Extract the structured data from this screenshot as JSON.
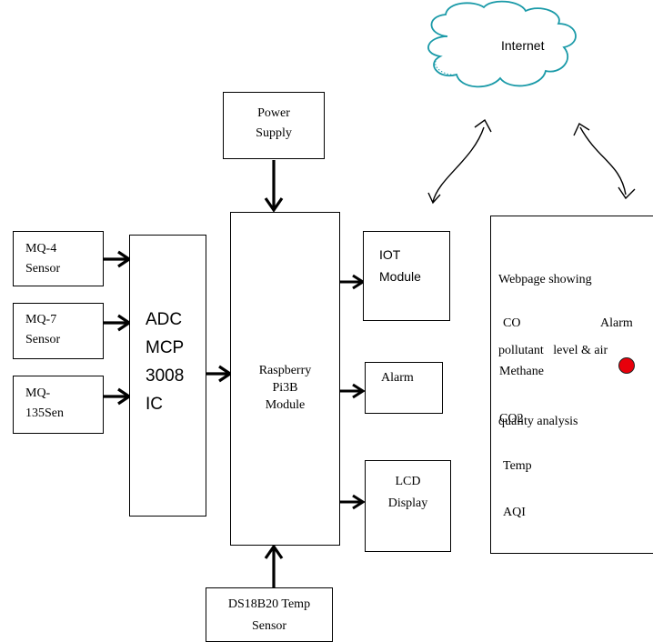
{
  "blocks": {
    "power_supply": {
      "line1": "Power",
      "line2": "Supply"
    },
    "mq4": {
      "line1": "MQ-4",
      "line2": "Sensor"
    },
    "mq7": {
      "line1": "MQ-7",
      "line2": "Sensor"
    },
    "mq135": {
      "line1": "MQ-",
      "line2": "135Sen"
    },
    "adc": {
      "line1": "ADC",
      "line2": "MCP",
      "line3": "3008",
      "line4": "IC"
    },
    "raspberry": {
      "line1": "Raspberry",
      "line2": "Pi3B",
      "line3": "Module"
    },
    "iot": {
      "line1": "IOT",
      "line2": "Module"
    },
    "alarm": {
      "label": "Alarm"
    },
    "lcd": {
      "line1": "LCD",
      "line2": "Display"
    },
    "temp_sensor": {
      "line1": "DS18B20 Temp",
      "line2": "Sensor"
    },
    "internet": {
      "label": "Internet"
    }
  },
  "webpage": {
    "title_line1": "Webpage showing",
    "title_line2": "pollutant   level & air",
    "title_line3": "quality analysis",
    "items": [
      "CO",
      "Methane",
      "CO2",
      "Temp",
      "AQI"
    ],
    "alarm_label": "Alarm",
    "alarm_indicator_color": "#e8000b"
  }
}
